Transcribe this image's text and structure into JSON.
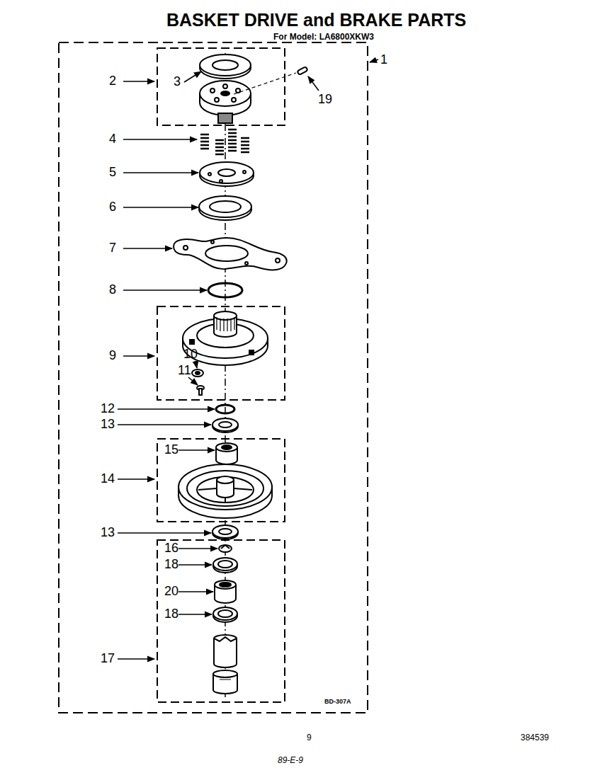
{
  "diagram": {
    "title": "BASKET DRIVE and BRAKE PARTS",
    "labels": [
      "For Model: LA6800XKW3",
      "1",
      "2",
      "3",
      "19",
      "4",
      "5",
      "6",
      "7",
      "8",
      "9",
      "10",
      "11",
      "12",
      "13",
      "15",
      "14",
      "13",
      "16",
      "18",
      "20",
      "18",
      "17",
      "BD-307A",
      "9",
      "384539",
      "89-E-9"
    ]
  }
}
